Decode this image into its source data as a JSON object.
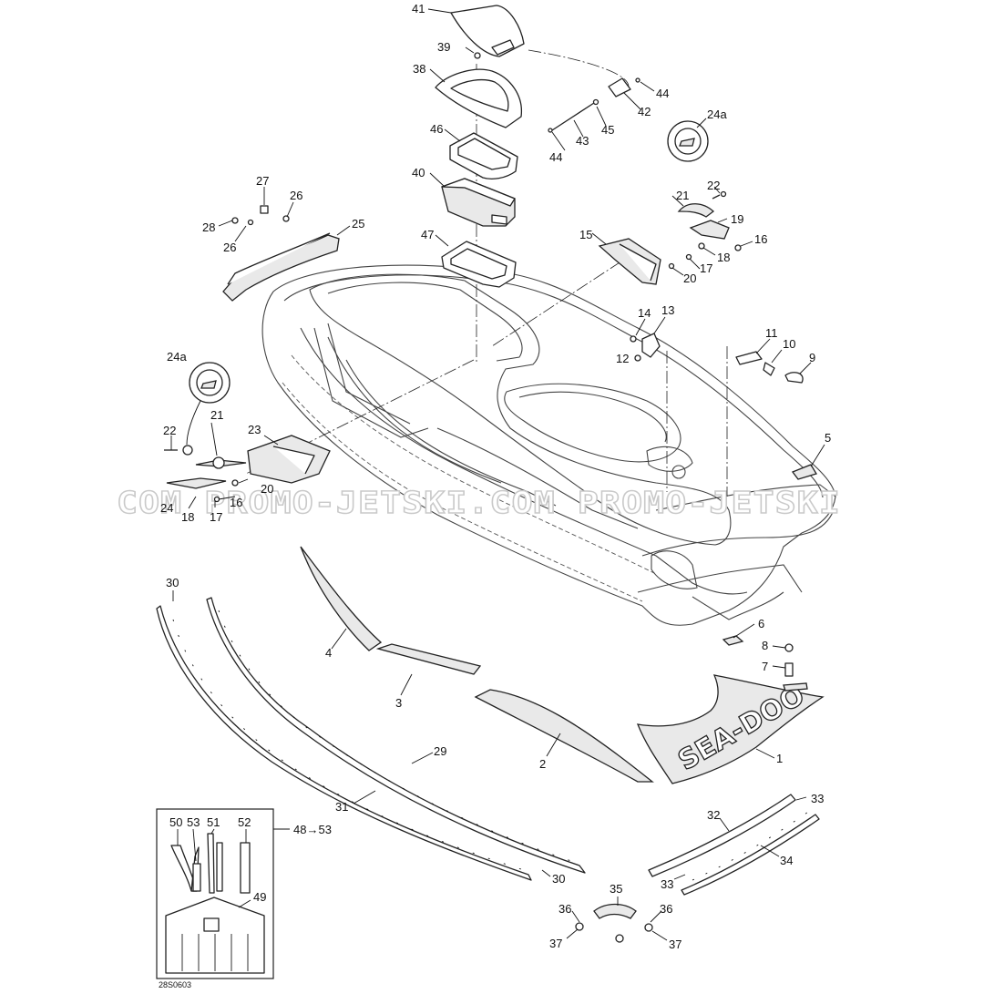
{
  "diagram": {
    "watermark_left": "COM PROMO-JETSKI.COM PROMO-JETSKI",
    "decal_logo_text": "SEA-DOO",
    "drawing_code": "28S0603",
    "callouts": {
      "c41": "41",
      "c39": "39",
      "c38": "38",
      "c46": "46",
      "c40": "40",
      "c47": "47",
      "c44a": "44",
      "c42": "42",
      "c43": "43",
      "c45": "45",
      "c44b": "44",
      "c24a_top": "24a",
      "c22_top": "22",
      "c21_top": "21",
      "c19": "19",
      "c16_top": "16",
      "c18_top": "18",
      "c17_top": "17",
      "c15": "15",
      "c20_top": "20",
      "c27": "27",
      "c26a": "26",
      "c28": "28",
      "c26b": "26",
      "c25": "25",
      "c14": "14",
      "c13": "13",
      "c12": "12",
      "c11": "11",
      "c10": "10",
      "c9": "9",
      "c5": "5",
      "c24a_left": "24a",
      "c22_left": "22",
      "c21_left": "21",
      "c23": "23",
      "c20_left": "20",
      "c16_left": "16",
      "c24_left": "24",
      "c18_left": "18",
      "c17_left": "17",
      "c30a": "30",
      "c4": "4",
      "c3": "3",
      "c2": "2",
      "c6": "6",
      "c8": "8",
      "c7": "7",
      "c1": "1",
      "c29": "29",
      "c31": "31",
      "c30b": "30",
      "c32": "32",
      "c33a": "33",
      "c34": "34",
      "c33b": "33",
      "c35": "35",
      "c36a": "36",
      "c36b": "36",
      "c37a": "37",
      "c37b": "37",
      "c50": "50",
      "c53": "53",
      "c51": "51",
      "c52": "52",
      "c48_53": "48→53",
      "c49": "49"
    }
  }
}
